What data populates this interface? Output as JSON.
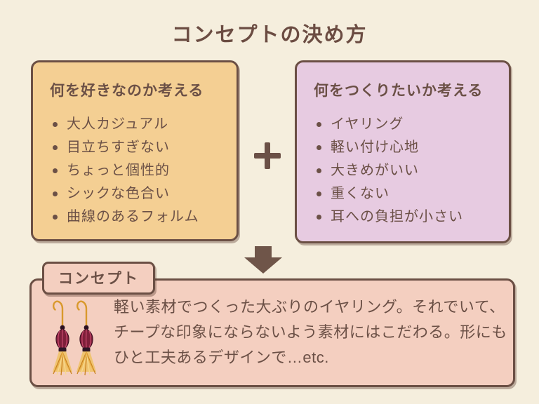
{
  "title": "コンセプトの決め方",
  "left_box": {
    "heading": "何を好きなのか考える",
    "items": [
      "大人カジュアル",
      "目立ちすぎない",
      "ちょっと個性的",
      "シックな色合い",
      "曲線のあるフォルム"
    ]
  },
  "right_box": {
    "heading": "何をつくりたいか考える",
    "items": [
      "イヤリング",
      "軽い付け心地",
      "大きめがいい",
      "重くない",
      "耳への負担が小さい"
    ]
  },
  "concept": {
    "label": "コンセプト",
    "description": "軽い素材でつくった大ぶりのイヤリング。それでいて、チープな印象にならないよう素材にはこだわる。形にもひと工夫あるデザインで…etc."
  },
  "icons": {
    "plus": "plus-icon",
    "down_arrow": "down-arrow-icon",
    "earrings": "tassel-earrings-illustration"
  },
  "colors": {
    "background": "#f5eedd",
    "border_brown": "#6b4f44",
    "text_brown": "#6b5046",
    "left_box_fill": "#f4cf93",
    "right_box_fill": "#e7cbe1",
    "concept_box_fill": "#f4cfc0",
    "earring_gold": "#d9992c",
    "earring_maroon": "#8e2441"
  }
}
